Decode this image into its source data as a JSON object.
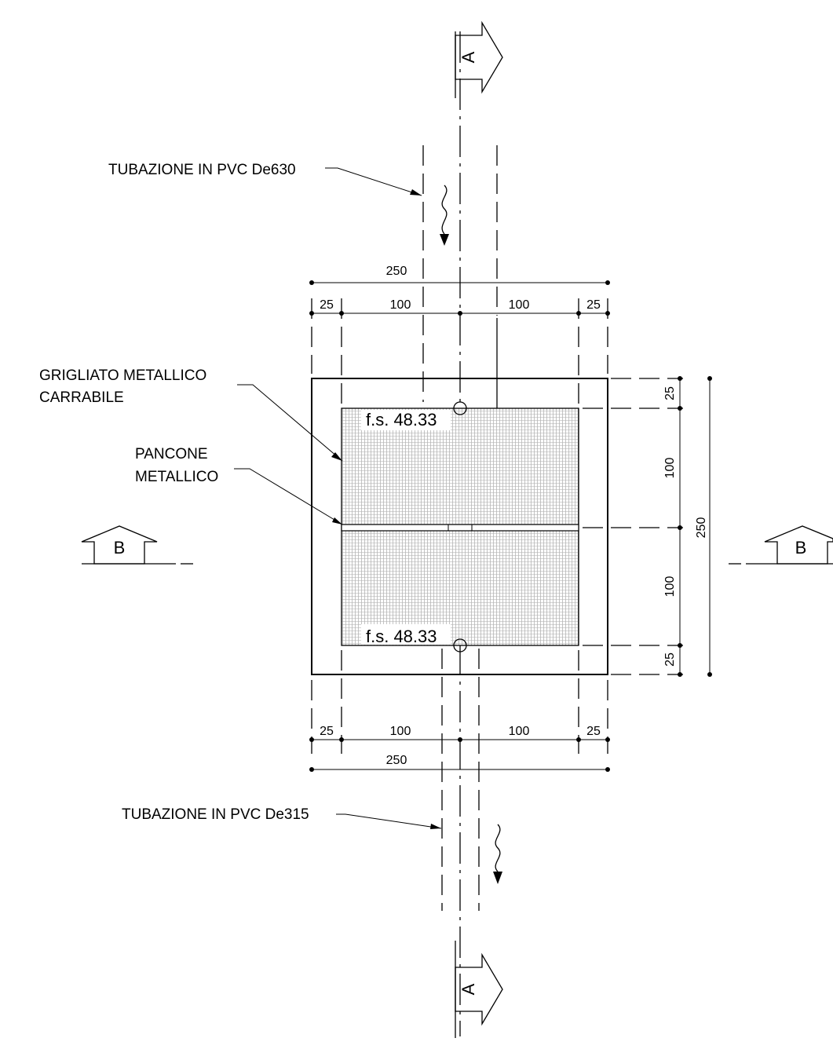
{
  "labels": {
    "pipe_in": "TUBAZIONE IN PVC De630",
    "pipe_out": "TUBAZIONE IN PVC De315",
    "grate_line1": "GRIGLIATO METALLICO",
    "grate_line2": "CARRABILE",
    "gate_line1": "PANCONE",
    "gate_line2": "METALLICO",
    "fs_top": "f.s. 48.33",
    "fs_bottom": "f.s. 48.33"
  },
  "sections": {
    "a_top": "A",
    "a_bottom": "A",
    "b_left": "B",
    "b_right": "B"
  },
  "dimensions": {
    "top_total": "250",
    "top_left_edge": "25",
    "top_left_mid": "100",
    "top_right_mid": "100",
    "top_right_edge": "25",
    "bottom_left_edge": "25",
    "bottom_left_mid": "100",
    "bottom_right_mid": "100",
    "bottom_right_edge": "25",
    "bottom_total": "250",
    "right_top_edge": "25",
    "right_top_mid": "100",
    "right_bottom_mid": "100",
    "right_bottom_edge": "25",
    "right_total": "250"
  }
}
